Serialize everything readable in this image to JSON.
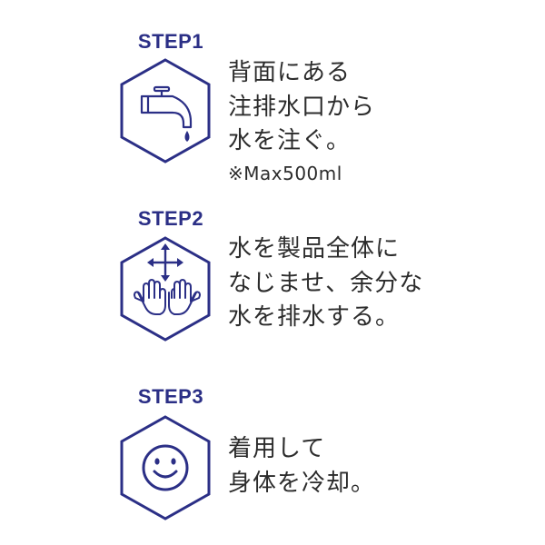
{
  "accent_color": "#2b2f86",
  "steps": [
    {
      "title": "STEP1",
      "icon": "faucet-icon",
      "lines": [
        "背面にある",
        "注排水口から",
        "水を注ぐ。"
      ],
      "note": "※Max500ml"
    },
    {
      "title": "STEP2",
      "icon": "hands-move-icon",
      "lines": [
        "水を製品全体に",
        "なじませ、余分な",
        "水を排水する。"
      ]
    },
    {
      "title": "STEP3",
      "icon": "smiley-icon",
      "lines": [
        "着用して",
        "身体を冷却。"
      ]
    }
  ]
}
